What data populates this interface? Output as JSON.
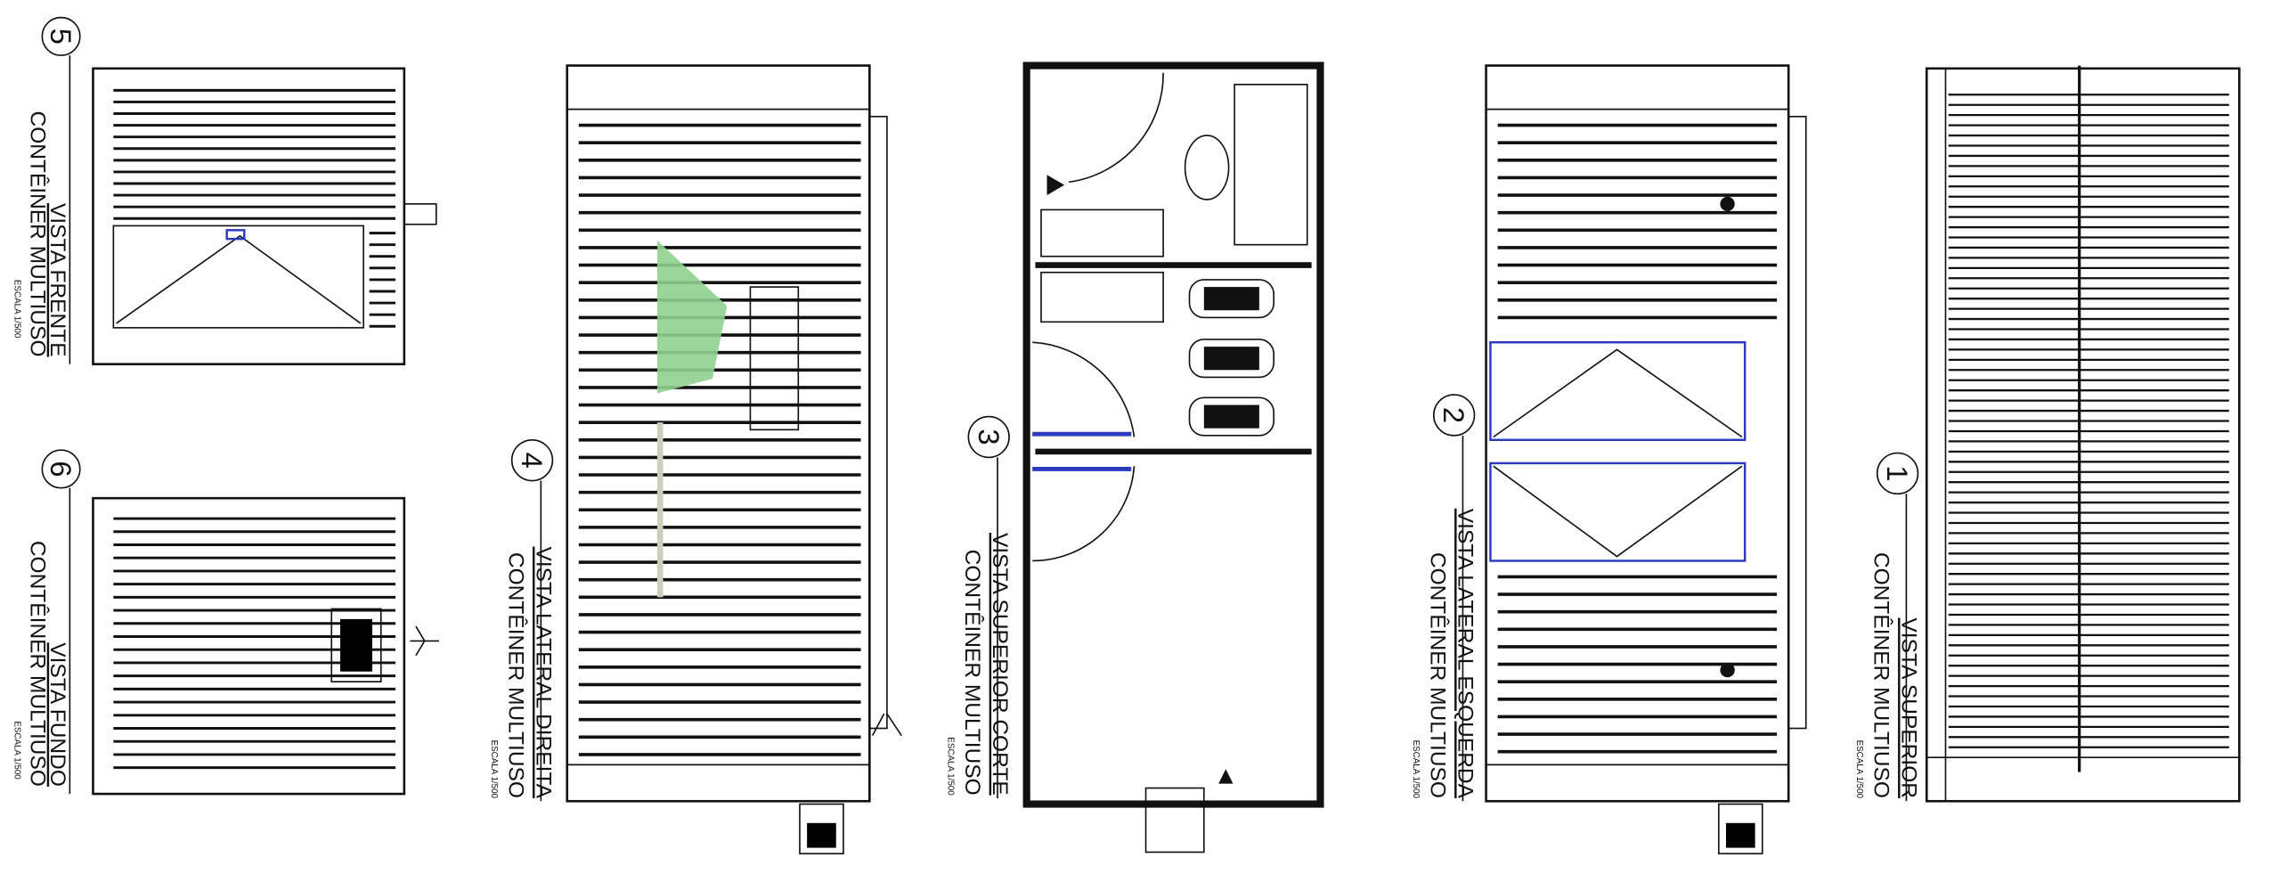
{
  "views": [
    {
      "number": "5",
      "title": "VISTA FRENTE",
      "subtitle": "CONTÊINER MULTIUSO",
      "scale": "ESCALA 1/500"
    },
    {
      "number": "6",
      "title": "VISTA FUNDO",
      "subtitle": "CONTÊINER MULTIUSO",
      "scale": "ESCALA 1/500"
    },
    {
      "number": "4",
      "title": "VISTA LATERAL DIREITA",
      "subtitle": "CONTÊINER MULTIUSO",
      "scale": "ESCALA 1/500"
    },
    {
      "number": "3",
      "title": "VISTA SUPERIOR CORTE",
      "subtitle": "CONTÊINER MULTIUSO",
      "scale": "ESCALA 1/500"
    },
    {
      "number": "2",
      "title": "VISTA LATERAL ESQUERDA",
      "subtitle": "CONTÊINER MULTIUSO",
      "scale": "ESCALA 1/500"
    },
    {
      "number": "1",
      "title": "VISTA SUPERIOR",
      "subtitle": "CONTÊINER MULTIUSO",
      "scale": "ESCALA 1/500"
    }
  ],
  "colors": {
    "line": "#111111",
    "window_frame": "#2a3bbf",
    "plant": "#8fd18f"
  }
}
